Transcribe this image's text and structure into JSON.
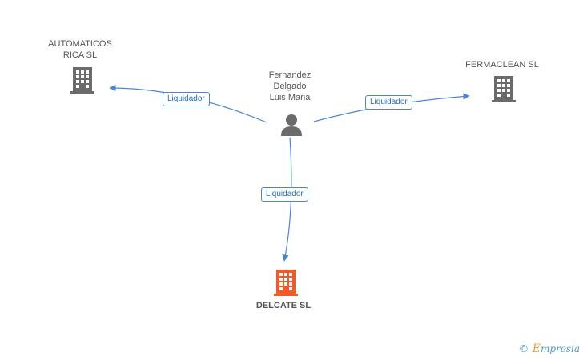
{
  "colors": {
    "edge": "#4a86d0",
    "company_icon": "#6b6b6b",
    "center_icon": "#f05a28",
    "person_icon": "#6b6b6b"
  },
  "nodes": {
    "automaticos": {
      "label_lines": [
        "AUTOMATICOS",
        "RICA SL"
      ],
      "icon": "building-icon"
    },
    "fermaclean": {
      "label_lines": [
        "FERMACLEAN SL"
      ],
      "icon": "building-icon"
    },
    "person": {
      "label_lines": [
        "Fernandez",
        "Delgado",
        "Luis Maria"
      ],
      "icon": "person-icon"
    },
    "delcate": {
      "label_lines": [
        "DELCATE SL"
      ],
      "icon": "building-icon"
    }
  },
  "edges": [
    {
      "from": "person",
      "to": "automaticos",
      "label": "Liquidador"
    },
    {
      "from": "person",
      "to": "fermaclean",
      "label": "Liquidador"
    },
    {
      "from": "person",
      "to": "delcate",
      "label": "Liquidador"
    }
  ],
  "watermark": {
    "copyright": "©",
    "brand_initial": "E",
    "brand_rest": "mpresia"
  }
}
